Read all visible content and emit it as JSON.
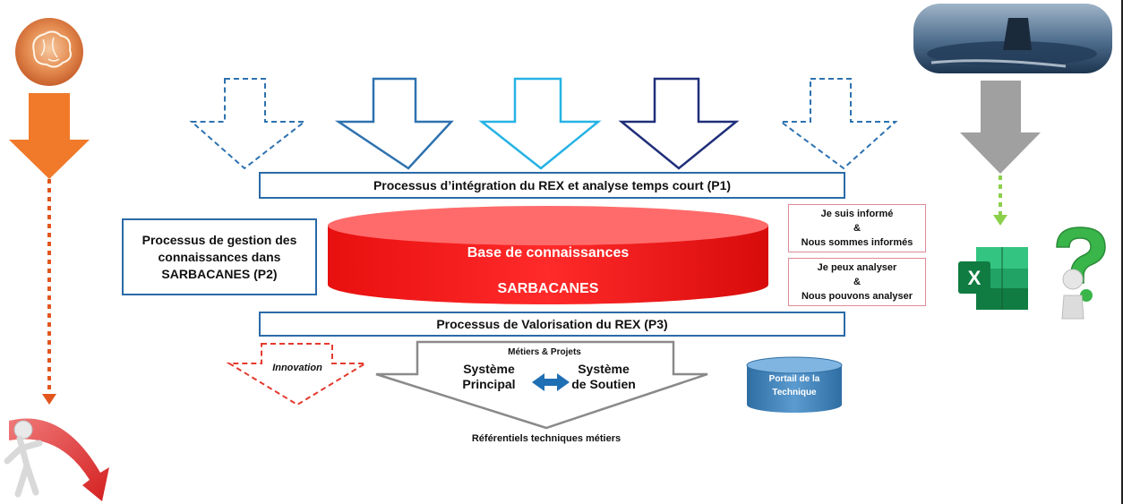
{
  "top_bar": {
    "label": "Processus d’intégration du REX et analyse temps court (P1)"
  },
  "left_box": {
    "label": "Processus de gestion des\nconnaissances dans\nSARBACANES (P2)"
  },
  "database": {
    "title": "Base de connaissances",
    "subtitle": "SARBACANES"
  },
  "info_box_1": {
    "label": "Je suis informé\n&\nNous sommes informés"
  },
  "info_box_2": {
    "label": "Je peux analyser\n&\nNous pouvons analyser"
  },
  "bottom_bar": {
    "label": "Processus de Valorisation du REX (P3)"
  },
  "innovation": {
    "label": "Innovation"
  },
  "funnel": {
    "title": "Métiers & Projets",
    "left": "Système\nPrincipal",
    "right": "Système\nde Soutien",
    "caption": "Référentiels techniques métiers"
  },
  "portal": {
    "label": "Portail de la\nTechnique"
  },
  "colors": {
    "orange": "#f07a2a",
    "red": "#ee1c1c",
    "blue_dark": "#1f2f7a",
    "blue_mid": "#2d72b0",
    "blue_light": "#26b3e4",
    "gray": "#a0a0a0",
    "green_dashed": "#8bd04a",
    "excel_green": "#1d7a45"
  },
  "icons": [
    "brain-icon",
    "submarine-photo",
    "excel-icon",
    "question-person-icon",
    "falling-person-icon"
  ]
}
